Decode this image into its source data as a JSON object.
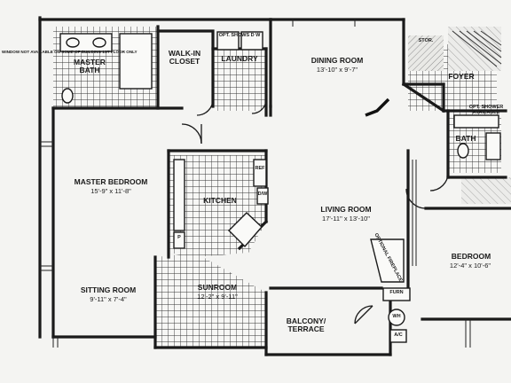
{
  "plan": {
    "note": "WINDOW NOT AVAILABLE ON SOME OF BUILDING 1ST FLOOR ONLY",
    "rooms": {
      "master_bath": {
        "name": "MASTER BATH"
      },
      "walk_in_closet": {
        "name": "WALK-IN CLOSET"
      },
      "laundry": {
        "name": "LAUNDRY",
        "appliances": "OPT. SHOWS D  W"
      },
      "dining": {
        "name": "DINING ROOM",
        "dims": "13'-10\" x 9'-7\""
      },
      "stor": {
        "name": "STOR."
      },
      "foyer": {
        "name": "FOYER"
      },
      "bath": {
        "name": "BATH",
        "note": "OPT. SHOWER AVAILABLE"
      },
      "master_bedroom": {
        "name": "MASTER BEDROOM",
        "dims": "15'-9\" x 11'-8\""
      },
      "kitchen": {
        "name": "KITCHEN",
        "fixtures": [
          "REF",
          "D/W",
          "P"
        ]
      },
      "living": {
        "name": "LIVING ROOM",
        "dims": "17'-11\" x 13'-10\""
      },
      "fireplace": {
        "name": "OPTIONAL FIREPLACE"
      },
      "bedroom": {
        "name": "BEDROOM",
        "dims": "12'-4\" x 10'-6\""
      },
      "sitting": {
        "name": "SITTING ROOM",
        "dims": "9'-11\" x 7'-4\""
      },
      "sunroom": {
        "name": "SUNROOM",
        "dims": "12'-2\" x 9'-11\""
      },
      "balcony": {
        "name": "BALCONY/ TERRACE"
      },
      "furn": {
        "name": "FURN"
      },
      "wh": {
        "name": "WH"
      },
      "ac": {
        "name": "A/C"
      }
    }
  }
}
